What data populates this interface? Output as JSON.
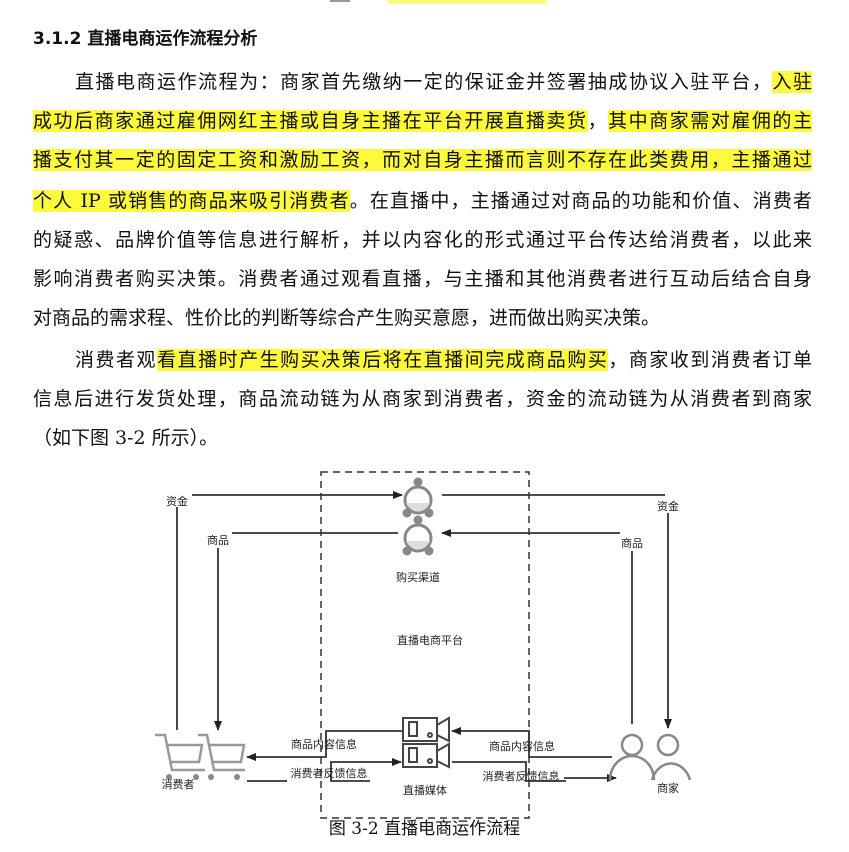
{
  "heading": "3.1.2 直播电商运作流程分析",
  "paragraph_lines": [
    [
      {
        "t": "直播电商运作流程为：商家首先缴纳一定的保证金并签署抽成协议入驻平台，",
        "hl": false
      },
      {
        "t": "入驻",
        "hl": true
      }
    ],
    [
      {
        "t": "成功后商家通过雇佣网红主播或自身主播在平台开展直播卖货",
        "hl": true
      },
      {
        "t": "，",
        "hl": false
      },
      {
        "t": "其中商家需对雇佣的主",
        "hl": true
      }
    ],
    [
      {
        "t": "播支付其一定的固定工资和激励工资，而对自身主播而言则不存在此类费用，主播通过",
        "hl": true
      }
    ],
    [
      {
        "t": "个人 IP 或销售的商品来吸引消费者",
        "hl": true
      },
      {
        "t": "。在直播中，主播通过对商品的功能和价值、消费者",
        "hl": false
      }
    ],
    [
      {
        "t": "的疑惑、品牌价值等信息进行解析，并以内容化的形式通过平台传达给消费者，以此来",
        "hl": false
      }
    ],
    [
      {
        "t": "影响消费者购买决策。消费者通过观看直播，与主播和其他消费者进行互动后结合自身",
        "hl": false
      }
    ],
    [
      {
        "t": "对商品的需求程、性价比的判断等综合产生购买意愿，进而做出购买决策。",
        "hl": false
      }
    ],
    [
      {
        "t": "消费者观",
        "hl": false
      },
      {
        "t": "看直播时产生购买决策后将在直播间完成商品购买",
        "hl": true
      },
      {
        "t": "，商家收到消费者订单",
        "hl": false
      }
    ],
    [
      {
        "t": "信息后进行发货处理，商品流动链为从商家到消费者，资金的流动链为从消费者到商家",
        "hl": false
      }
    ],
    [
      {
        "t": "（如下图 3-2 所示）。",
        "hl": false
      }
    ]
  ],
  "diagram": {
    "funds_left": "资金",
    "funds_right": "资金",
    "goods_left": "商品",
    "goods_right": "商品",
    "purchase_channel": "购买渠道",
    "platform": "直播电商平台",
    "content_info_left": "商品内容信息",
    "content_info_right": "商品内容信息",
    "feedback_left": "消费者反馈信息",
    "feedback_right": "消费者反馈信息",
    "consumer": "消费者",
    "merchant": "商家",
    "live_media": "直播媒体",
    "highlight_color": "#fdfa3c"
  },
  "caption": "图 3-2  直播电商运作流程"
}
